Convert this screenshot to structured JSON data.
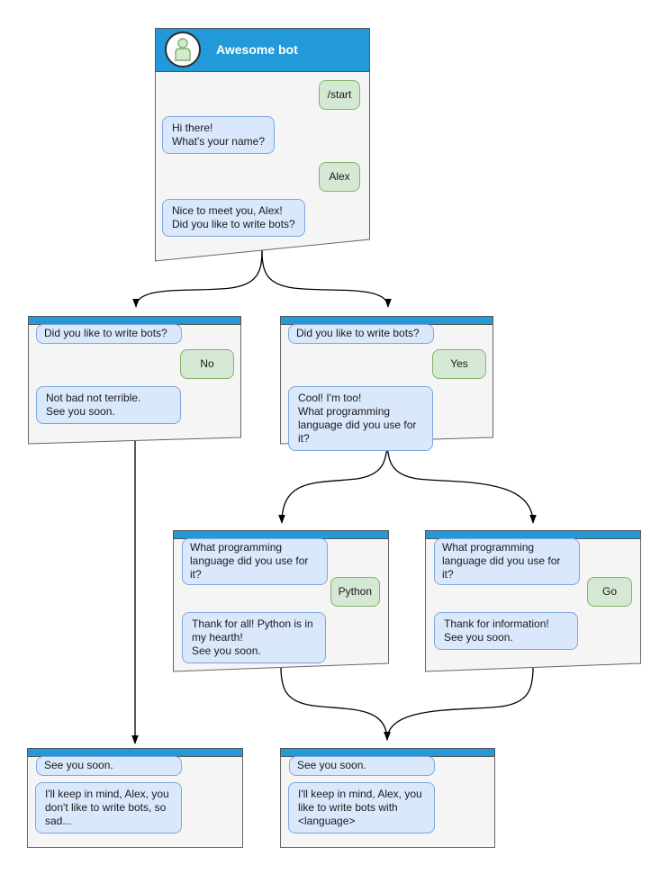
{
  "diagram_type": "chatbot-conversation-flow",
  "colors": {
    "header_blue": "#2299D9",
    "window_fill": "#F5F5F5",
    "window_border": "#666666",
    "bot_bubble_fill": "#DAE8FC",
    "bot_bubble_border": "#7EA6E0",
    "user_bubble_fill": "#D5E8D4",
    "user_bubble_border": "#82B366",
    "arrow": "#000000"
  },
  "main_window": {
    "title": "Awesome bot",
    "avatar_icon": "person-icon",
    "messages": [
      {
        "from": "user",
        "text": "/start"
      },
      {
        "from": "bot",
        "text": "Hi there!\nWhat's your name?"
      },
      {
        "from": "user",
        "text": "Alex"
      },
      {
        "from": "bot",
        "text": "Nice to meet you, Alex!\nDid you like to write bots?"
      }
    ]
  },
  "windows": [
    {
      "name": "no-branch",
      "messages": [
        {
          "from": "bot",
          "text": "Did you like to write bots?"
        },
        {
          "from": "user",
          "text": "No"
        },
        {
          "from": "bot",
          "text": "Not bad not terrible.\nSee you soon."
        }
      ]
    },
    {
      "name": "yes-branch",
      "messages": [
        {
          "from": "bot",
          "text": "Did you like to write bots?"
        },
        {
          "from": "user",
          "text": "Yes"
        },
        {
          "from": "bot",
          "text": "Cool! I'm too!\nWhat programming\nlanguage did you use for it?"
        }
      ]
    },
    {
      "name": "python-branch",
      "messages": [
        {
          "from": "bot",
          "text": "What programming\nlanguage did you use for it?"
        },
        {
          "from": "user",
          "text": "Python"
        },
        {
          "from": "bot",
          "text": "Thank for all! Python is in\nmy hearth!\nSee you soon."
        }
      ]
    },
    {
      "name": "go-branch",
      "messages": [
        {
          "from": "bot",
          "text": "What programming\nlanguage did you use for it?"
        },
        {
          "from": "user",
          "text": "Go"
        },
        {
          "from": "bot",
          "text": "Thank for information!\nSee you soon."
        }
      ]
    },
    {
      "name": "goodbye-no",
      "messages": [
        {
          "from": "bot",
          "text": "See you soon."
        },
        {
          "from": "bot",
          "text": "I'll keep in mind, Alex, you\ndon't like to write bots, so\nsad..."
        }
      ]
    },
    {
      "name": "goodbye-language",
      "messages": [
        {
          "from": "bot",
          "text": "See you soon."
        },
        {
          "from": "bot",
          "text": "I'll keep in mind, Alex, you\nlike to write bots with\n<language>"
        }
      ]
    }
  ],
  "edges": [
    {
      "from": "main",
      "to": "no-branch"
    },
    {
      "from": "main",
      "to": "yes-branch"
    },
    {
      "from": "yes-branch",
      "to": "python-branch"
    },
    {
      "from": "yes-branch",
      "to": "go-branch"
    },
    {
      "from": "no-branch",
      "to": "goodbye-no"
    },
    {
      "from": "python-branch",
      "to": "goodbye-language"
    },
    {
      "from": "go-branch",
      "to": "goodbye-language"
    }
  ]
}
